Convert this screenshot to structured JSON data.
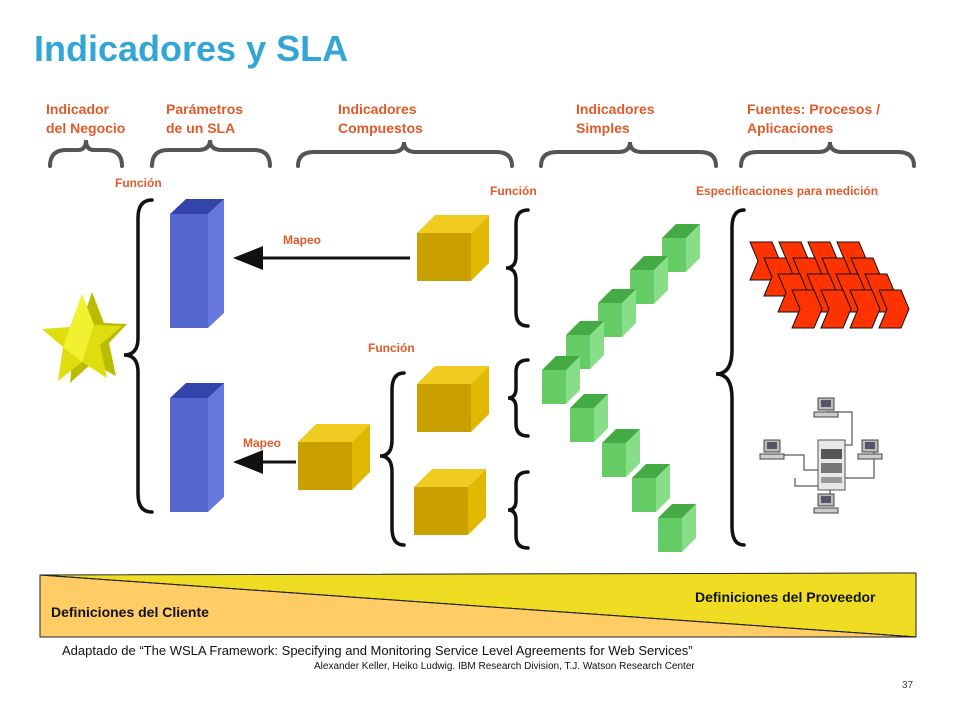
{
  "title": "Indicadores y SLA",
  "headers": {
    "indicador": [
      "Indicador",
      "del Negocio"
    ],
    "parametros": [
      "Parámetros",
      "de un SLA"
    ],
    "compuestos": [
      "Indicadores",
      "Compuestos"
    ],
    "simples": [
      "Indicadores",
      "Simples"
    ],
    "fuentes": [
      "Fuentes: Procesos /",
      "Aplicaciones"
    ]
  },
  "labels": {
    "funcion": "Función",
    "mapeo": "Mapeo",
    "especificaciones": "Especificaciones para medición"
  },
  "band": {
    "proveedor": "Definiciones del Proveedor",
    "cliente": "Definiciones del Cliente"
  },
  "credit": {
    "line1": "Adaptado de  “The WSLA Framework: Specifying and Monitoring Service Level Agreements for Web Services”",
    "line2": "Alexander Keller, Heiko Ludwig.  IBM Research Division, T.J. Watson Research Center"
  },
  "page_number": "37",
  "colors": {
    "title": "#33a6d6",
    "labels": "#e05a2a",
    "blue_block": "#5566cc",
    "gold_cube": "#c9a000",
    "green_cube": "#66cc66",
    "red_shape": "#ff3300",
    "band_yellow": "#eedd22",
    "band_orange": "#ffcc66"
  }
}
